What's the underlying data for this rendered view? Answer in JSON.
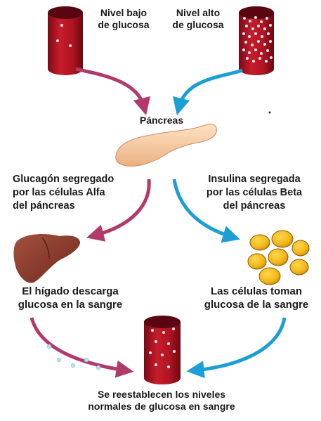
{
  "labels": {
    "low_glucose": [
      "Nivel bajo",
      "de glucosa"
    ],
    "high_glucose": [
      "Nivel alto",
      "de glucosa"
    ],
    "pancreas": "Páncreas",
    "glucagon": [
      "Glucagón segregado",
      "por las células Alfa",
      "del páncreas"
    ],
    "insulin": [
      "Insulina segregada",
      "por las células Beta",
      "del páncreas"
    ],
    "liver": [
      "El hígado descarga",
      "glucosa en la sangre"
    ],
    "cells": [
      "Las células toman",
      "glucosa de la sangre"
    ],
    "restored": [
      "Se reestablecen los niveles",
      "normales de glucosa en sangre"
    ]
  },
  "colors": {
    "vessel_red": "#b01422",
    "glucagon_arrow": "#b23a6b",
    "insulin_arrow": "#1c9fd4",
    "pancreas": "#f6caa0",
    "liver": "#8a3a2c",
    "fat_cells": "#f0b418"
  }
}
